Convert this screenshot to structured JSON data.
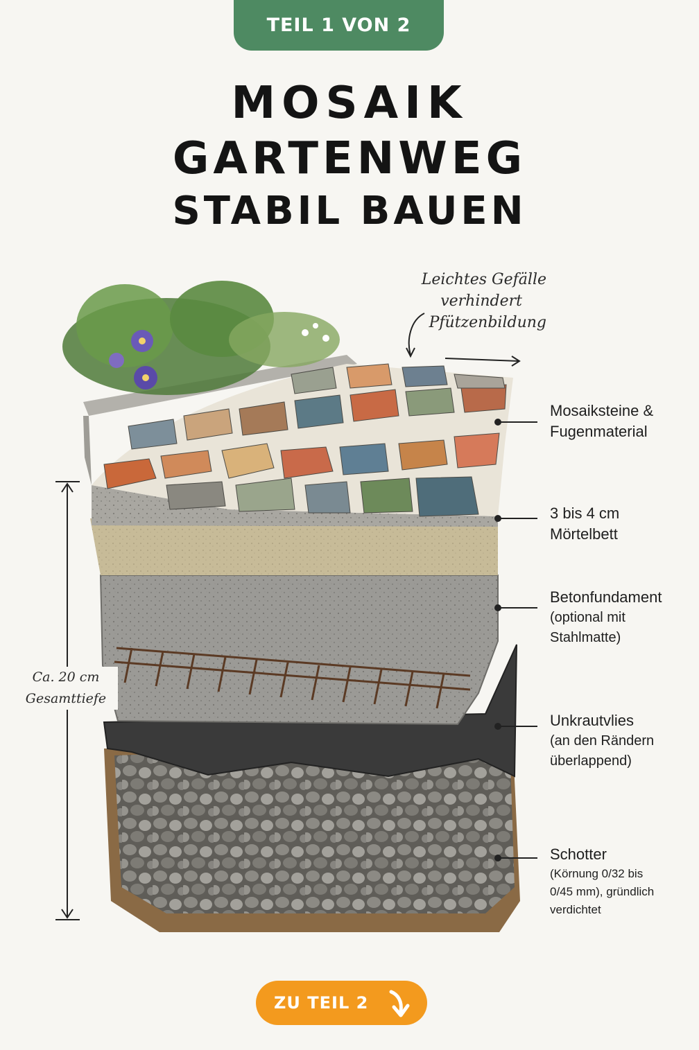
{
  "badge": "TEIL 1 VON 2",
  "title": {
    "line1": "MOSAIK",
    "line2": "GARTENWEG",
    "line3": "STABIL BAUEN"
  },
  "slope_note": {
    "line1": "Leichtes Gefälle",
    "line2": "verhindert",
    "line3": "Pfützenbildung"
  },
  "depth_note": {
    "line1": "Ca. 20 cm",
    "line2": "Gesamttiefe"
  },
  "layers": [
    {
      "title": "Mosaiksteine &",
      "detail": "Fugenmaterial"
    },
    {
      "title": "3 bis 4 cm",
      "detail": "Mörtelbett"
    },
    {
      "title": "Betonfundament",
      "detail": "(optional mit",
      "detail2": "Stahlmatte)"
    },
    {
      "title": "Unkrautvlies",
      "detail": "(an den Rändern",
      "detail2": "überlappend)"
    },
    {
      "title": "Schotter",
      "detail": "(Körnung 0/32 bis",
      "detail2": "0/45 mm), gründlich",
      "detail3": "verdichtet"
    }
  ],
  "next_button": "ZU TEIL 2",
  "colors": {
    "badge_green": "#4e8a62",
    "button_orange": "#f39a1e",
    "background": "#f7f6f2"
  },
  "icons": [
    "curved-arrow-down-icon",
    "arrow-right-icon",
    "double-arrow-icon",
    "arrow-down-icon"
  ]
}
